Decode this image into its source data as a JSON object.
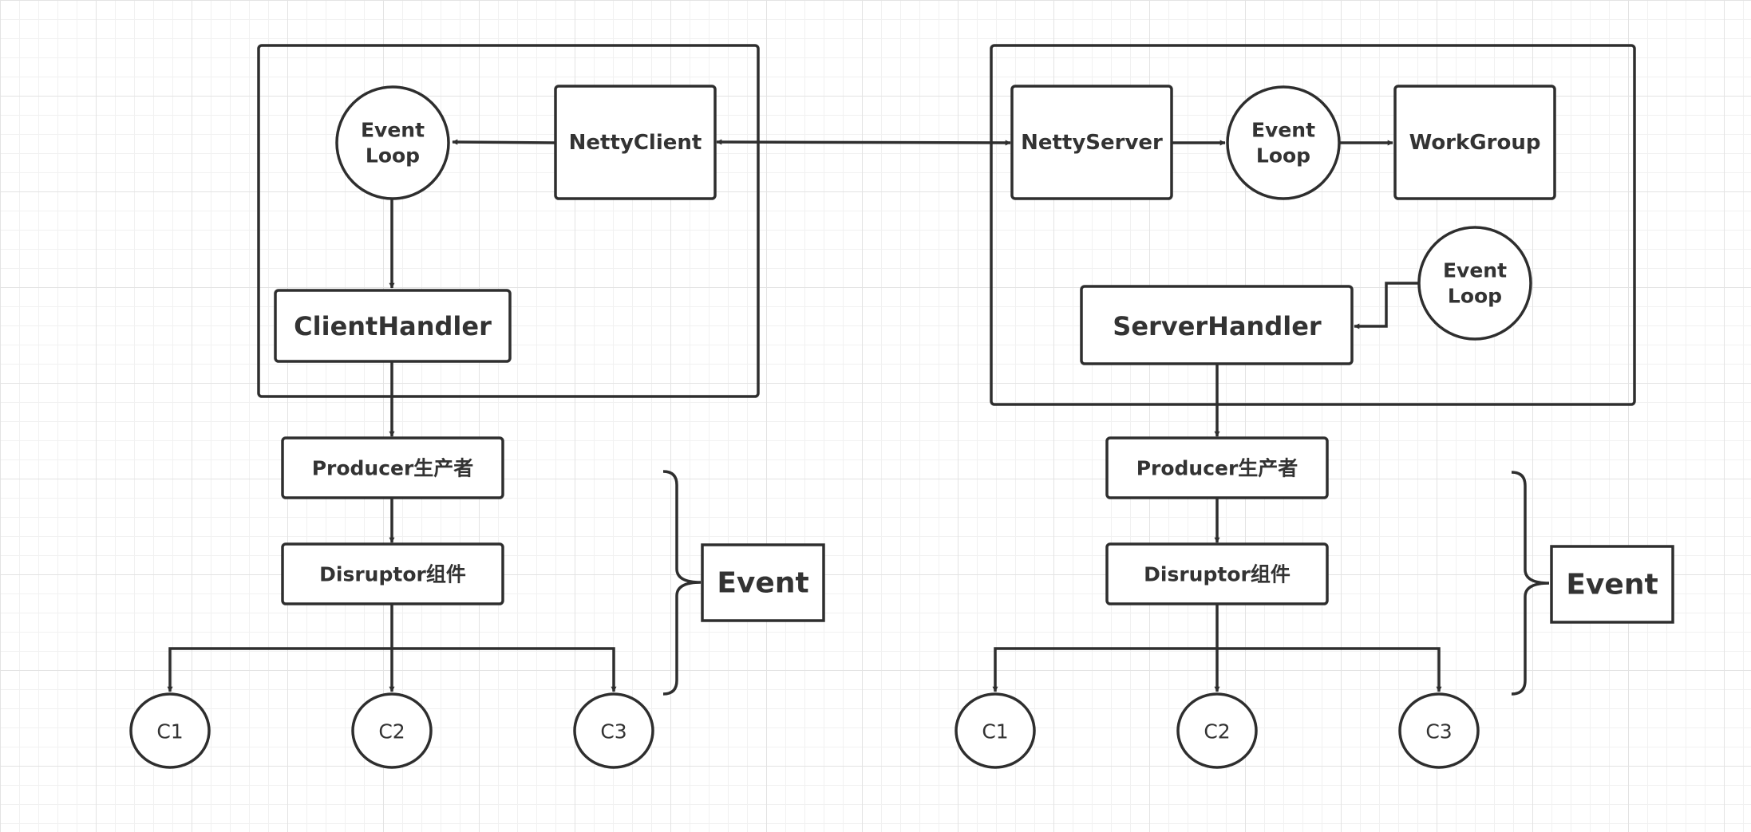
{
  "client": {
    "event_loop": [
      "Event",
      "Loop"
    ],
    "netty_client": "NettyClient",
    "client_handler": "ClientHandler",
    "producer": "Producer生产者",
    "disruptor": "Disruptor组件",
    "event": "Event",
    "consumers": [
      "C1",
      "C2",
      "C3"
    ]
  },
  "server": {
    "netty_server": "NettyServer",
    "event_loop": [
      "Event",
      "Loop"
    ],
    "work_group": "WorkGroup",
    "event_loop_2": [
      "Event",
      "Loop"
    ],
    "server_handler": "ServerHandler",
    "producer": "Producer生产者",
    "disruptor": "Disruptor组件",
    "event": "Event",
    "consumers": [
      "C1",
      "C2",
      "C3"
    ]
  }
}
